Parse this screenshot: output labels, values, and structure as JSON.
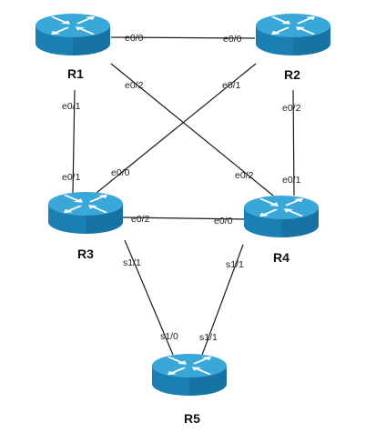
{
  "colors": {
    "router_top": "#3aa7d9",
    "router_side": "#1b7fb3",
    "router_side_dark": "#136a98",
    "router_arrows": "#ffffff",
    "link": "#1a1a1a",
    "text": "#222222"
  },
  "routers": [
    {
      "id": "R1",
      "label": "R1",
      "icon": "router-icon"
    },
    {
      "id": "R2",
      "label": "R2",
      "icon": "router-icon"
    },
    {
      "id": "R3",
      "label": "R3",
      "icon": "router-icon"
    },
    {
      "id": "R4",
      "label": "R4",
      "icon": "router-icon"
    },
    {
      "id": "R5",
      "label": "R5",
      "icon": "router-icon"
    }
  ],
  "links": [
    {
      "from": "R1",
      "to": "R2",
      "from_port": "e0/0",
      "to_port": "e0/0"
    },
    {
      "from": "R1",
      "to": "R4",
      "from_port": "e0/2",
      "to_port": "e0/2"
    },
    {
      "from": "R2",
      "to": "R3",
      "from_port": "e0/1",
      "to_port": "e0/0"
    },
    {
      "from": "R1",
      "to": "R3",
      "from_port": "e0/1",
      "to_port": "e0/1"
    },
    {
      "from": "R2",
      "to": "R4",
      "from_port": "e0/2",
      "to_port": "e0/1"
    },
    {
      "from": "R3",
      "to": "R4",
      "from_port": "e0/2",
      "to_port": "e0/0"
    },
    {
      "from": "R3",
      "to": "R5",
      "from_port": "s1/1",
      "to_port": "s1/0"
    },
    {
      "from": "R4",
      "to": "R5",
      "from_port": "s1/1",
      "to_port": "s1/1"
    }
  ]
}
